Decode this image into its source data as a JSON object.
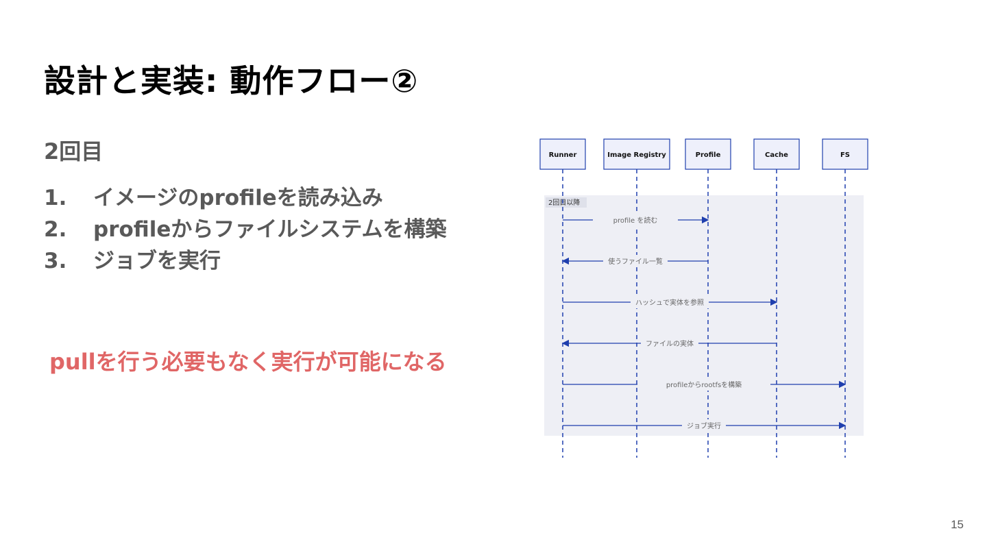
{
  "slide": {
    "title": "設計と実装: 動作フロー②",
    "subtitle": "2回目",
    "steps": [
      {
        "num": "1.",
        "text": "イメージのprofileを読み込み"
      },
      {
        "num": "2.",
        "text": "profileからファイルシステムを構築"
      },
      {
        "num": "3.",
        "text": "ジョブを実行"
      }
    ],
    "highlight": "pullを行う必要もなく実行が可能になる",
    "page_number": "15"
  },
  "diagram": {
    "participants": [
      "Runner",
      "Image Registry",
      "Profile",
      "Cache",
      "FS"
    ],
    "group_label": "2回目以降",
    "messages": [
      {
        "from": "Runner",
        "to": "Profile",
        "label": "profile を読む"
      },
      {
        "from": "Profile",
        "to": "Runner",
        "label": "使うファイル一覧"
      },
      {
        "from": "Runner",
        "to": "Cache",
        "label": "ハッシュで実体を参照"
      },
      {
        "from": "Cache",
        "to": "Runner",
        "label": "ファイルの実体"
      },
      {
        "from": "Runner",
        "to": "FS",
        "label": "profileからrootfsを構築"
      },
      {
        "from": "Runner",
        "to": "FS",
        "label": "ジョブ実行"
      }
    ],
    "colors": {
      "line": "#1f3fae",
      "box_fill": "#eef0fb",
      "group_fill": "#eeeff5",
      "label_text": "#666666"
    }
  }
}
